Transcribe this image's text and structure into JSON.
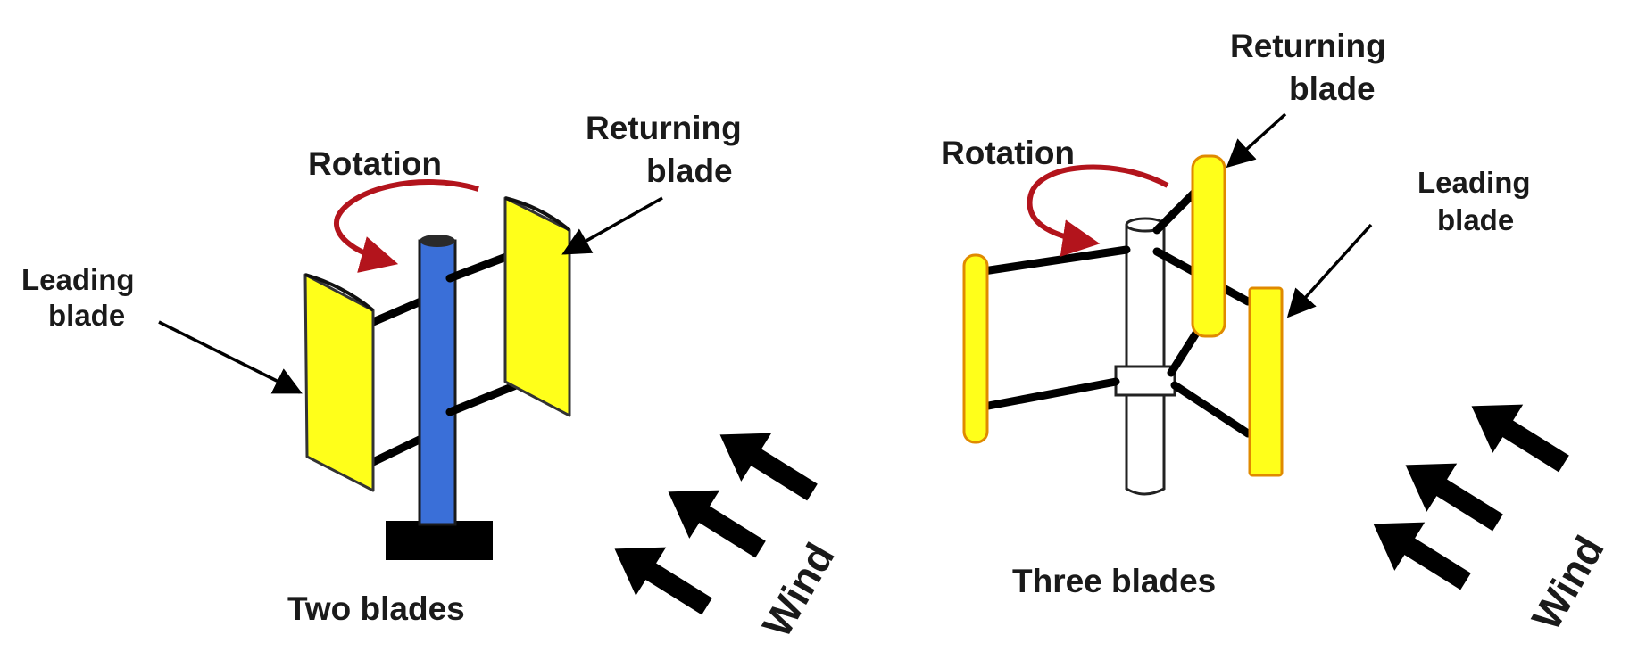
{
  "colors": {
    "blade_fill": "#ffff1a",
    "blade_edge_left": "#333333",
    "blade_edge_right": "#e08a00",
    "shaft_two_blades": "#3a6fd8",
    "shaft_three_blades": "#ffffff",
    "rotation_arrow": "#b3141c",
    "wind_arrow": "#000000",
    "text": "#1a1a1a"
  },
  "icons": {
    "rotation": "curved-rotation-arrow",
    "wind": "wind-arrow",
    "pointer": "pointer-arrow"
  },
  "two_blades": {
    "caption": "Two blades",
    "rotation_label": "Rotation",
    "leading_label": [
      "Leading",
      "blade"
    ],
    "returning_label": [
      "Returning",
      "blade"
    ],
    "wind_label": "Wind"
  },
  "three_blades": {
    "caption": "Three blades",
    "rotation_label": "Rotation",
    "leading_label": [
      "Leading",
      "blade"
    ],
    "returning_label": [
      "Returning",
      "blade"
    ],
    "wind_label": "Wind"
  }
}
